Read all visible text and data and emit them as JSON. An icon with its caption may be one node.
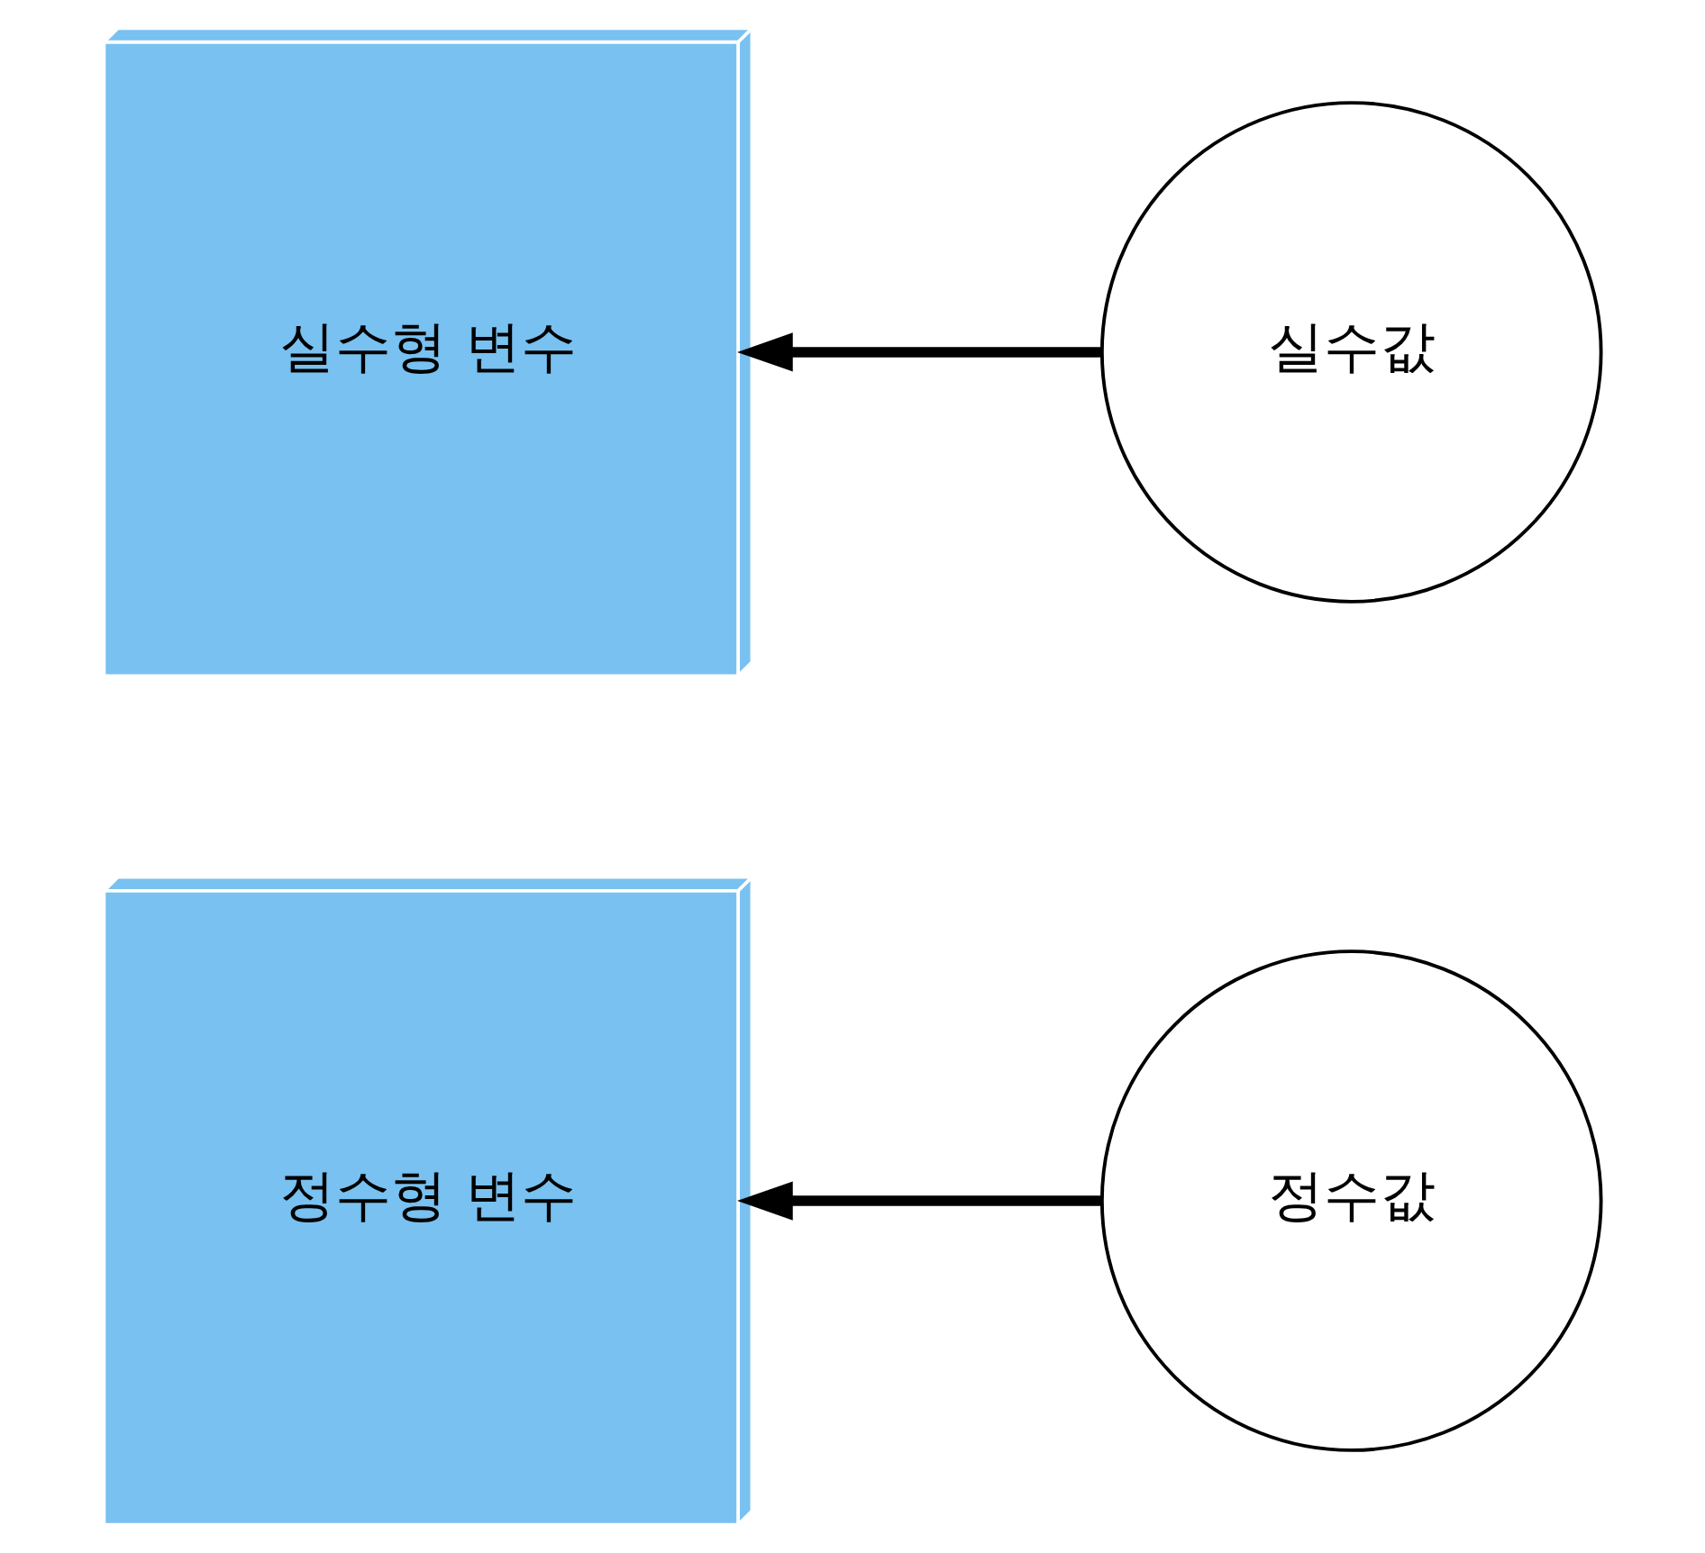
{
  "diagram": {
    "nodes": [
      {
        "text": [
          "정수형 변수"
        ]
      },
      {
        "text": [
          "정수값"
        ]
      },
      {
        "text": [
          "실수형 변수"
        ]
      },
      {
        "text": [
          "실수값"
        ]
      }
    ],
    "edges": [
      {
        "from": 1,
        "to": 0,
        "arrow": "to"
      },
      {
        "from": 3,
        "to": 2,
        "arrow": "to"
      }
    ]
  }
}
